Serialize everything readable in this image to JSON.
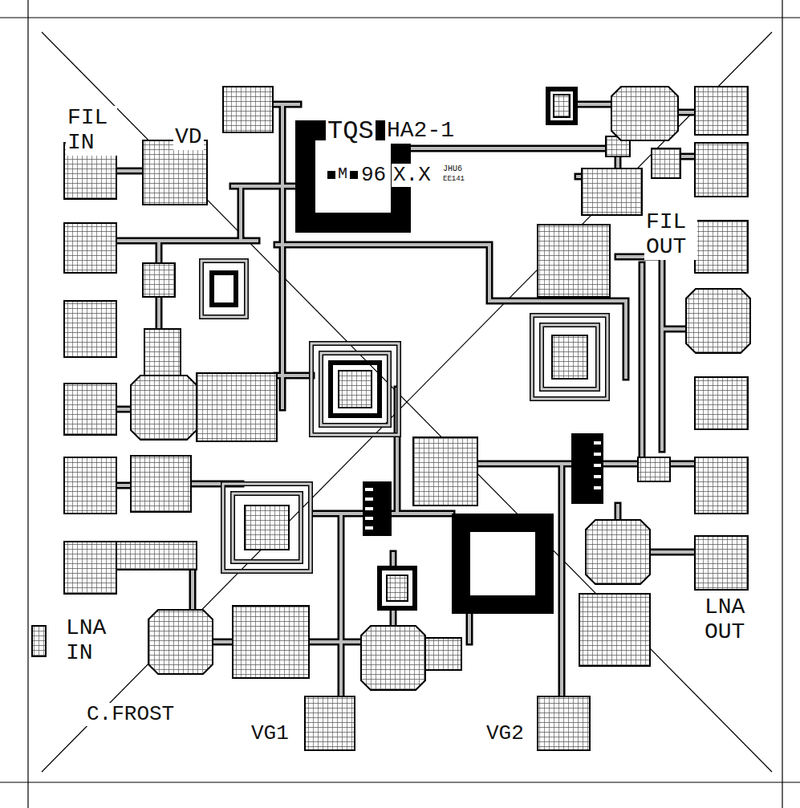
{
  "diagram": {
    "labels": [
      "TQS",
      "HA2-1",
      "M",
      "96",
      "X.X",
      "JHU6",
      "EE141",
      "VD",
      "FIL IN",
      "FIL OUT",
      "LNA IN",
      "LNA OUT",
      "C.FROST",
      "VG1",
      "VG2"
    ]
  }
}
